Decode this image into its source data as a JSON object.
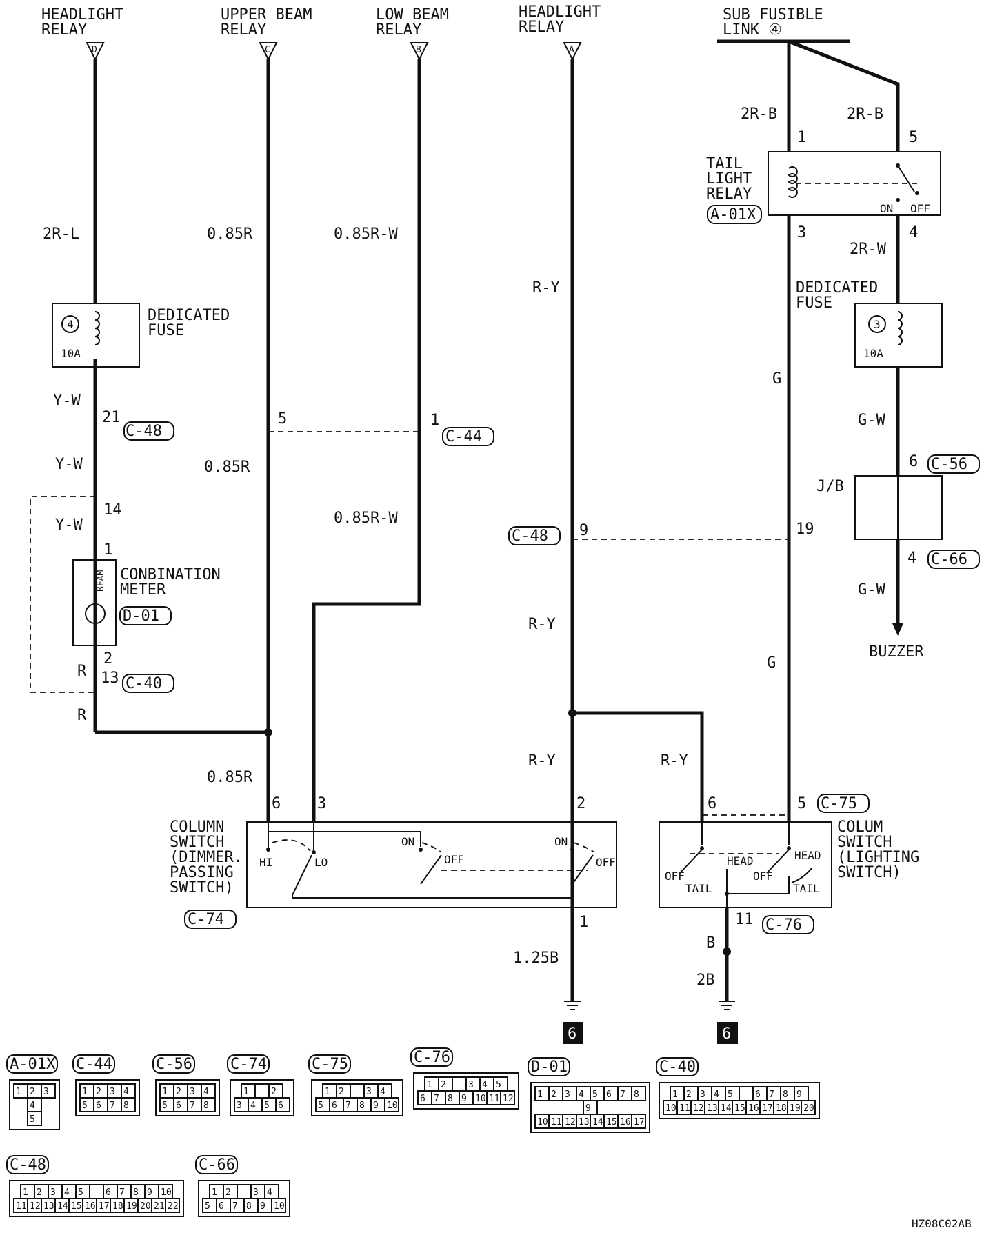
{
  "sources": {
    "headlight_relay_d": {
      "name": "HEADLIGHT\nRELAY",
      "pin": "D"
    },
    "upper_beam_relay": {
      "name": "UPPER BEAM\nRELAY",
      "pin": "C"
    },
    "low_beam_relay": {
      "name": "LOW BEAM\nRELAY",
      "pin": "B"
    },
    "headlight_relay_a": {
      "name": "HEADLIGHT\nRELAY",
      "pin": "A"
    },
    "sub_fusible_link": {
      "name": "SUB FUSIBLE\nLINK ④"
    }
  },
  "wires": {
    "w1": "2R-L",
    "w2": "0.85R",
    "w3": "0.85R-W",
    "w4": "R-Y",
    "w5": "Y-W",
    "w6": "Y-W",
    "w7": "Y-W",
    "w8": "0.85R",
    "w9": "0.85R-W",
    "w10": "R",
    "w11": "R",
    "w12": "R-Y",
    "w13": "R-Y",
    "w14": "R-Y",
    "w15": "0.85R",
    "w16": "1.25B",
    "w17": "2R-B",
    "w18": "2R-B",
    "w19": "2R-W",
    "w20": "G",
    "w21": "G",
    "w22": "G-W",
    "w23": "G-W",
    "w24": "B",
    "w25": "2B"
  },
  "components": {
    "fuse4": {
      "label": "DEDICATED\nFUSE",
      "num": "4",
      "rating": "10A"
    },
    "fuse3": {
      "label": "DEDICATED\nFUSE",
      "num": "3",
      "rating": "10A"
    },
    "meter": {
      "label": "CONBINATION\nMETER",
      "conn": "D-01",
      "inner": "BEAM"
    },
    "tail_relay": {
      "label": "TAIL\nLIGHT\nRELAY",
      "conn": "A-01X",
      "on": "ON",
      "off": "OFF"
    },
    "jb": {
      "label": "J/B"
    },
    "buzzer": {
      "label": "BUZZER"
    },
    "dimmer": {
      "label": "COLUMN\nSWITCH\n(DIMMER.\nPASSING\nSWITCH)",
      "conn": "C-74",
      "hi": "HI",
      "lo": "LO",
      "on1": "ON",
      "off1": "OFF",
      "on2": "ON",
      "off2": "OFF"
    },
    "lighting": {
      "label": "COLUM\nSWITCH\n(LIGHTING\nSWITCH)",
      "conn": "C-75",
      "off1": "OFF",
      "tail1": "TAIL",
      "head1": "HEAD",
      "off2": "OFF",
      "head2": "HEAD",
      "tail2": "TAIL"
    },
    "ground": {
      "num": "6"
    }
  },
  "connectors": {
    "c48a": "C-48",
    "c44": "C-44",
    "c40": "C-40",
    "c48b": "C-48",
    "c56": "C-56",
    "c66": "C-66",
    "c76": "C-76"
  },
  "pins": {
    "p21": "21",
    "p5a": "5",
    "p1a": "1",
    "p14": "14",
    "p1b": "1",
    "p2a": "2",
    "p13": "13",
    "p9": "9",
    "p19": "19",
    "p6a": "6",
    "p3a": "3",
    "p2b": "2",
    "p6b": "6",
    "p5b": "5",
    "p1c": "1",
    "p11": "11",
    "p1d": "1",
    "p5c": "5",
    "p3b": "3",
    "p4a": "4",
    "p6c": "6",
    "p4b": "4"
  },
  "legend": [
    {
      "name": "A-01X",
      "rows": [
        [
          "1",
          "2",
          "3"
        ],
        [
          "4"
        ],
        [
          "5"
        ]
      ]
    },
    {
      "name": "C-44",
      "rows": [
        [
          "1",
          "2",
          "3",
          "4"
        ],
        [
          "5",
          "6",
          "7",
          "8"
        ]
      ]
    },
    {
      "name": "C-56",
      "rows": [
        [
          "1",
          "2",
          "3",
          "4"
        ],
        [
          "5",
          "6",
          "7",
          "8"
        ]
      ]
    },
    {
      "name": "C-74",
      "rows": [
        [
          "1",
          "",
          "2"
        ],
        [
          "3",
          "4",
          "5",
          "6"
        ]
      ]
    },
    {
      "name": "C-75",
      "rows": [
        [
          "1",
          "2",
          "",
          "3",
          "4"
        ],
        [
          "5",
          "6",
          "7",
          "8",
          "9",
          "10"
        ]
      ]
    },
    {
      "name": "C-76",
      "rows": [
        [
          "1",
          "2",
          "",
          "3",
          "4",
          "5"
        ],
        [
          "6",
          "7",
          "8",
          "9",
          "10",
          "11",
          "12"
        ]
      ]
    },
    {
      "name": "D-01",
      "rows": [
        [
          "1",
          "2",
          "3",
          "4",
          "5",
          "6",
          "7",
          "8"
        ],
        [
          "9"
        ],
        [
          "10",
          "11",
          "12",
          "13",
          "14",
          "15",
          "16",
          "17"
        ]
      ]
    },
    {
      "name": "C-40",
      "rows": [
        [
          "1",
          "2",
          "3",
          "4",
          "5",
          "",
          "6",
          "7",
          "8",
          "9"
        ],
        [
          "10",
          "11",
          "12",
          "13",
          "14",
          "15",
          "16",
          "17",
          "18",
          "19",
          "20"
        ]
      ]
    },
    {
      "name": "C-48",
      "rows": [
        [
          "1",
          "2",
          "3",
          "4",
          "5",
          "",
          "6",
          "7",
          "8",
          "9",
          "10"
        ],
        [
          "11",
          "12",
          "13",
          "14",
          "15",
          "16",
          "17",
          "18",
          "19",
          "20",
          "21",
          "22"
        ]
      ]
    },
    {
      "name": "C-66",
      "rows": [
        [
          "1",
          "2",
          "",
          "3",
          "4"
        ],
        [
          "5",
          "6",
          "7",
          "8",
          "9",
          "10"
        ]
      ]
    }
  ],
  "doc_code": "HZ08C02AB"
}
